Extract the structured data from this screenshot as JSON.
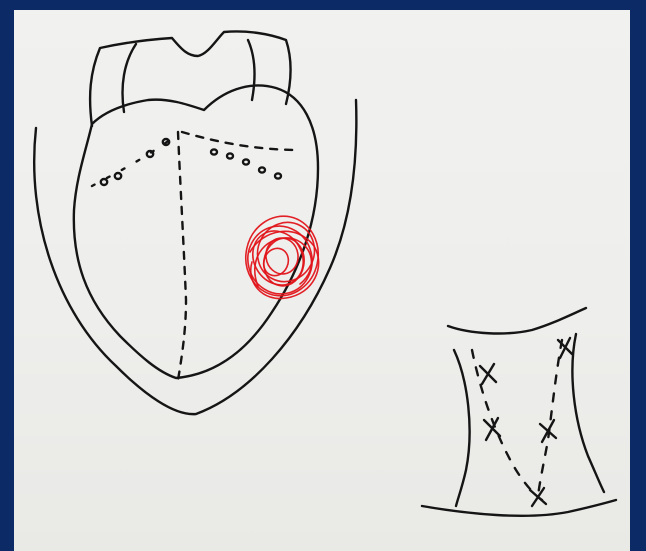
{
  "image": {
    "frame_color": "#0b2a66",
    "paper_color": "#efefed",
    "ink_color": "#151515",
    "mark_color": "#e0141a"
  },
  "drawings": [
    {
      "name": "heart-sketch",
      "includes": [
        "aortic-top-outline",
        "heart-outline",
        "pericardial-outline",
        "dotted-incision-lines",
        "red-scribble"
      ]
    },
    {
      "name": "tissue-patch-sketch",
      "includes": [
        "patch-outline",
        "stitch-marks",
        "dashed-lines"
      ]
    }
  ]
}
